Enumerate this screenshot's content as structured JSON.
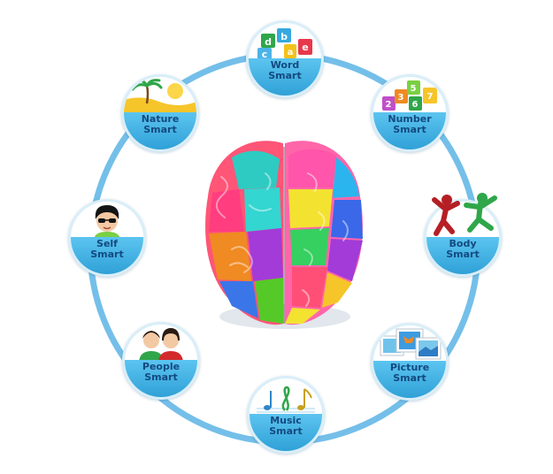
{
  "colors": {
    "ring": "#74bfe9",
    "node_fill": "#3fb1e6",
    "label_text": "#134a80"
  },
  "nodes": [
    {
      "id": "word",
      "line1": "Word",
      "line2": "Smart",
      "icon": "letter-blocks-icon"
    },
    {
      "id": "number",
      "line1": "Number",
      "line2": "Smart",
      "icon": "number-blocks-icon"
    },
    {
      "id": "body",
      "line1": "Body",
      "line2": "Smart",
      "icon": "jumping-kids-icon"
    },
    {
      "id": "picture",
      "line1": "Picture",
      "line2": "Smart",
      "icon": "photos-icon"
    },
    {
      "id": "music",
      "line1": "Music",
      "line2": "Smart",
      "icon": "music-notes-icon"
    },
    {
      "id": "people",
      "line1": "People",
      "line2": "Smart",
      "icon": "two-people-icon"
    },
    {
      "id": "self",
      "line1": "Self",
      "line2": "Smart",
      "icon": "sunglasses-face-icon"
    },
    {
      "id": "nature",
      "line1": "Nature",
      "line2": "Smart",
      "icon": "beach-palm-icon"
    }
  ],
  "block_letters": [
    "d",
    "c",
    "b",
    "a",
    "e"
  ],
  "block_numbers": [
    "2",
    "3",
    "5",
    "6",
    "7"
  ]
}
